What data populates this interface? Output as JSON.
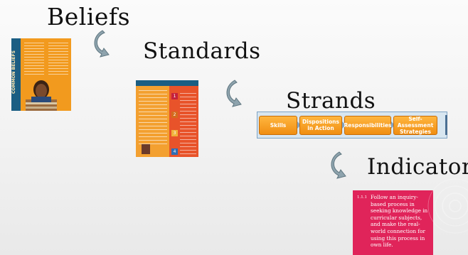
{
  "headings": {
    "beliefs": "Beliefs",
    "standards": "Standards",
    "strands": "Strands",
    "indicators": "Indicators"
  },
  "beliefs_thumbnail": {
    "sidebar_text": "COMMON BELIEFS"
  },
  "standards_thumbnail": {
    "numbers": [
      "1",
      "2",
      "3",
      "4"
    ]
  },
  "strands": [
    "Skills",
    "Dispositions in Action",
    "Responsibilities",
    "Self-Assessment Strategies"
  ],
  "indicator": {
    "code": "1.1.1",
    "text": "Follow an inquiry-based process in seeking knowledge in curricular subjects, and make the real-world connection for using this process in own life."
  },
  "colors": {
    "arrow": "#8ea3ad",
    "strand_button": "#f39a1f",
    "indicator_card": "#e0245a"
  }
}
